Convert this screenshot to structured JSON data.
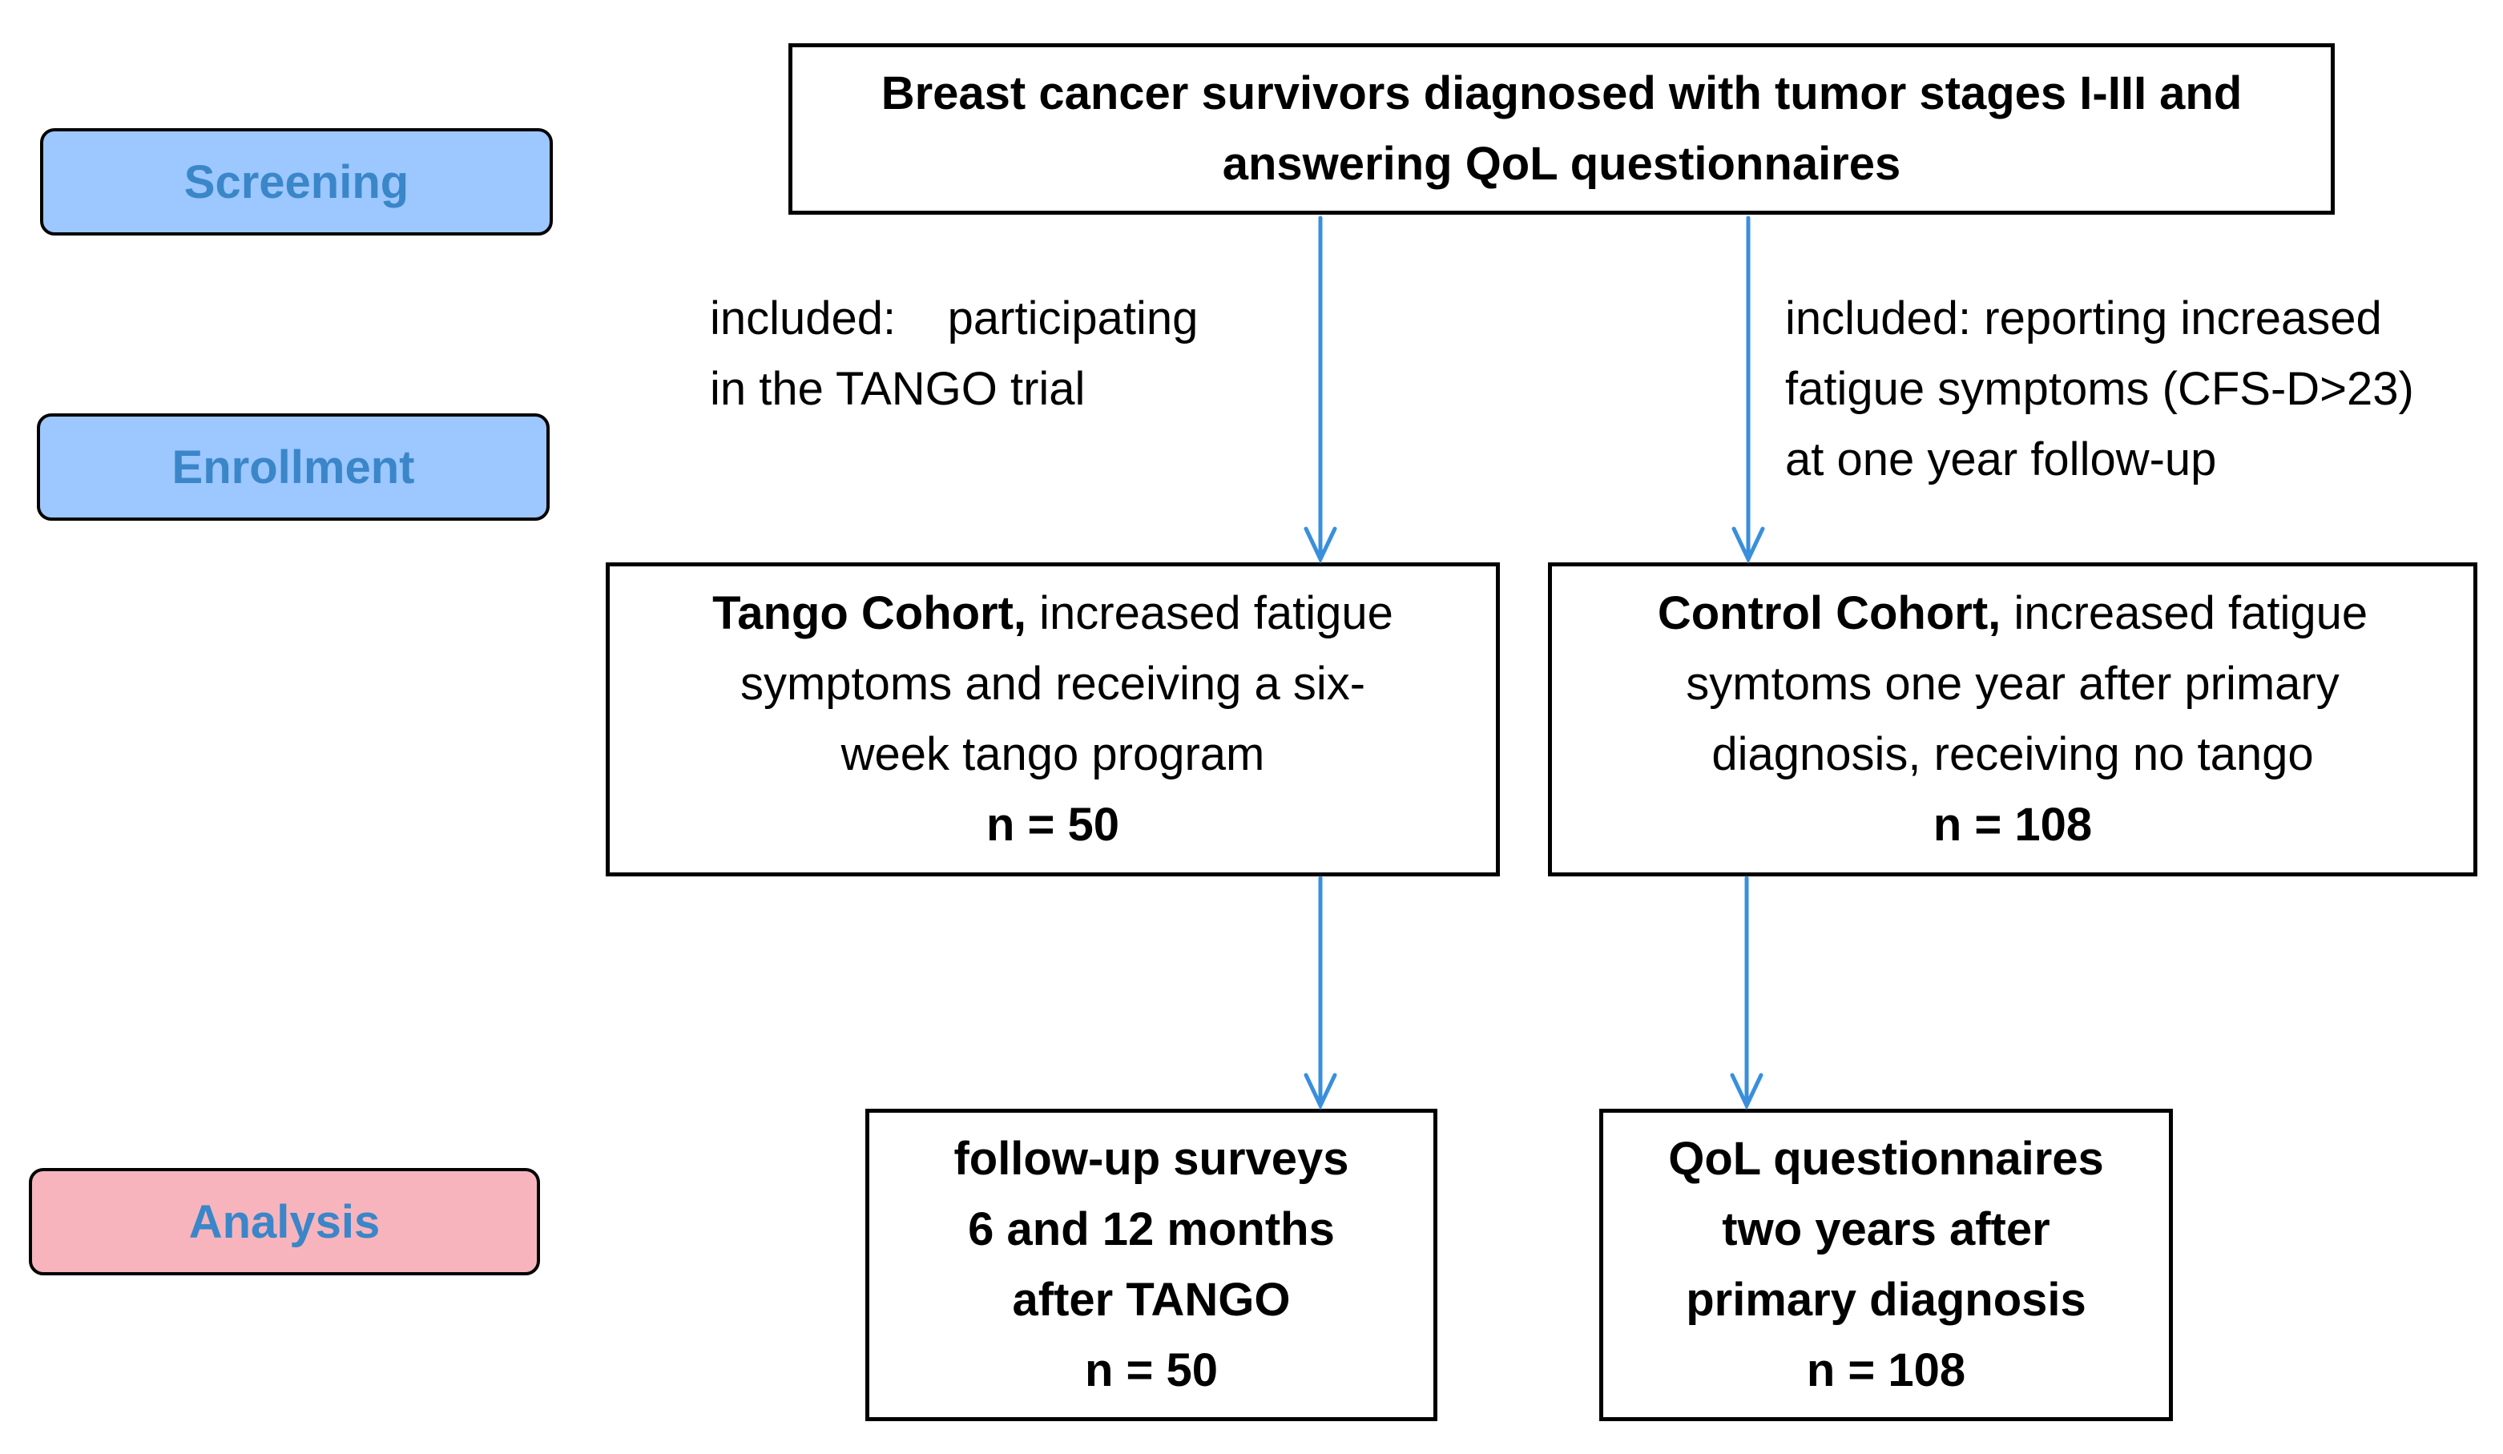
{
  "phases": {
    "screening": "Screening",
    "enrollment": "Enrollment",
    "analysis": "Analysis"
  },
  "top_box": {
    "line1": "Breast cancer survivors diagnosed with tumor stages I-III and",
    "line2": "answering QoL questionnaires"
  },
  "left_criteria": {
    "line1": "included:    participating",
    "line2": "in the TANGO trial"
  },
  "right_criteria": {
    "line1": "included: reporting increased",
    "line2": "fatigue symptoms (CFS-D>23)",
    "line3": "at one year follow-up"
  },
  "tango_cohort": {
    "title": "Tango Cohort,",
    "line1_rest": " increased fatigue",
    "line2": "symptoms and receiving a six-",
    "line3": "week tango program",
    "n": "n = 50"
  },
  "control_cohort": {
    "title": "Control Cohort,",
    "line1_rest": " increased fatigue",
    "line2": "symtoms one year after primary",
    "line3": "diagnosis, receiving no tango",
    "n": "n = 108"
  },
  "tango_analysis": {
    "line1": "follow-up surveys",
    "line2": "6 and 12 months",
    "line3": "after TANGO",
    "n": "n = 50"
  },
  "control_analysis": {
    "line1": "QoL questionnaires",
    "line2": "two years after",
    "line3": "primary diagnosis",
    "n": "n = 108"
  },
  "colors": {
    "phase_blue": "#9cc7ff",
    "phase_pink": "#f7b4bd",
    "phase_text": "#3a86c8",
    "arrow": "#3a8fdc"
  }
}
